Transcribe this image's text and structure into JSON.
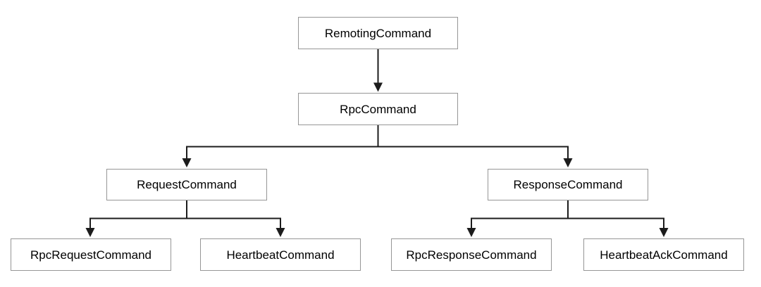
{
  "diagram_type": "class-hierarchy-tree",
  "nodes": [
    {
      "id": "remoting-command",
      "label": "RemotingCommand"
    },
    {
      "id": "rpc-command",
      "label": "RpcCommand"
    },
    {
      "id": "request-command",
      "label": "RequestCommand"
    },
    {
      "id": "response-command",
      "label": "ResponseCommand"
    },
    {
      "id": "rpc-request-command",
      "label": "RpcRequestCommand"
    },
    {
      "id": "heartbeat-command",
      "label": "HeartbeatCommand"
    },
    {
      "id": "rpc-response-command",
      "label": "RpcResponseCommand"
    },
    {
      "id": "heartbeat-ack-command",
      "label": "HeartbeatAckCommand"
    }
  ],
  "edges": [
    {
      "from": "RemotingCommand",
      "to": "RpcCommand"
    },
    {
      "from": "RpcCommand",
      "to": "RequestCommand"
    },
    {
      "from": "RpcCommand",
      "to": "ResponseCommand"
    },
    {
      "from": "RequestCommand",
      "to": "RpcRequestCommand"
    },
    {
      "from": "RequestCommand",
      "to": "HeartbeatCommand"
    },
    {
      "from": "ResponseCommand",
      "to": "RpcResponseCommand"
    },
    {
      "from": "ResponseCommand",
      "to": "HeartbeatAckCommand"
    }
  ],
  "colors": {
    "background": "#ffffff",
    "box_fill": "#ffffff",
    "box_border": "#969696",
    "connector": "#1c1c1c",
    "text": "#000000"
  }
}
